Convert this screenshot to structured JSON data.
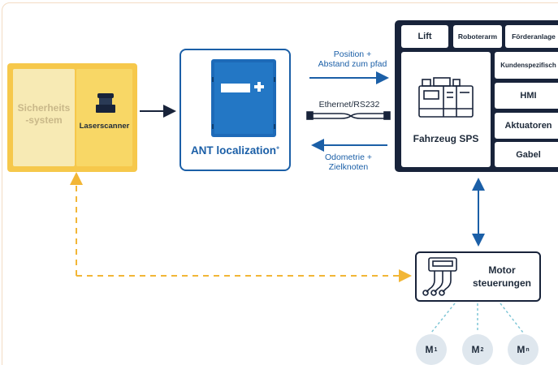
{
  "safety": {
    "system_label": "Sicherheits\n-system",
    "laser_label": "Laserscanner"
  },
  "ant": {
    "label": "ANT localization",
    "label_sup": "+"
  },
  "links": {
    "position": "Position +\nAbstand zum pfad",
    "ethernet": "Ethernet/RS232",
    "odometry": "Odometrie +\nZielknoten"
  },
  "plc": {
    "main_label": "Fahrzeug SPS",
    "modules": [
      "Lift",
      "Roboterarm",
      "Förderanlage",
      "Kundenspezifisch",
      "HMI",
      "Aktuatoren",
      "Gabel"
    ]
  },
  "motor": {
    "label": "Motor\nsteuerungen",
    "motors": [
      {
        "base": "M",
        "sub": "1"
      },
      {
        "base": "M",
        "sub": "2"
      },
      {
        "base": "M",
        "sub": "n"
      }
    ]
  },
  "colors": {
    "navy": "#18233a",
    "blue": "#1b5fa7",
    "yellow": "#f6c84b",
    "dashed_yellow": "#f2b636",
    "cyan": "#7fc6d6"
  }
}
